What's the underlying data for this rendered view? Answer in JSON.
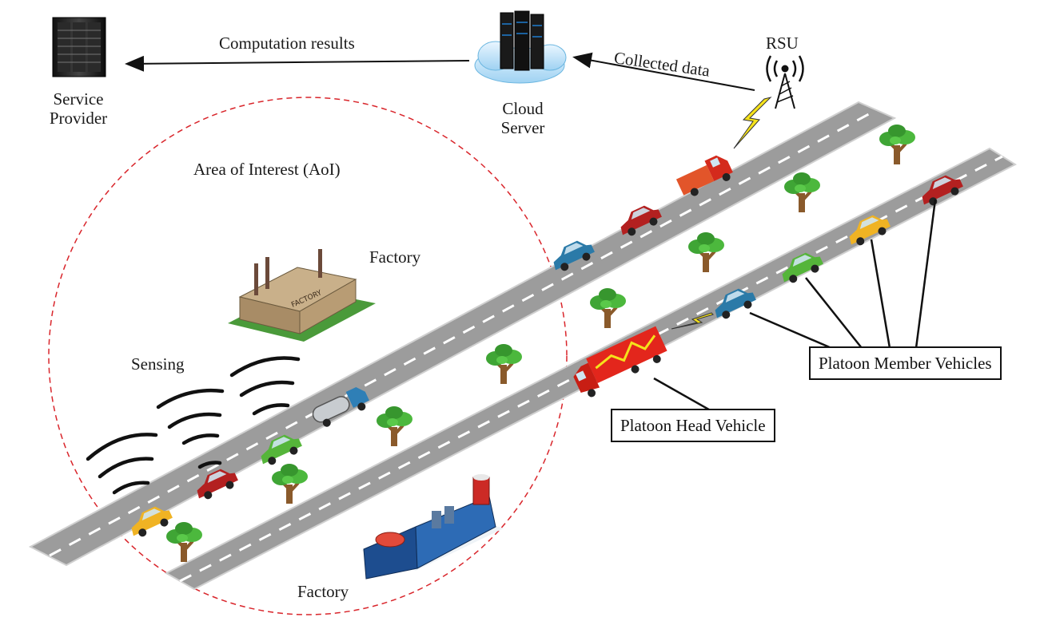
{
  "labels": {
    "service_provider_line1": "Service",
    "service_provider_line2": "Provider",
    "cloud_line1": "Cloud",
    "cloud_line2": "Server",
    "rsu": "RSU",
    "computation_results": "Computation results",
    "collected_data": "Collected data",
    "area_of_interest": "Area of Interest (AoI)",
    "factory_top": "Factory",
    "factory_bottom": "Factory",
    "sensing": "Sensing",
    "platoon_member": "Platoon Member Vehicles",
    "platoon_head": "Platoon Head Vehicle",
    "factory_sign": "FACTORY"
  },
  "colors": {
    "road": "#9c9c9c",
    "lane_mark": "#ffffff",
    "aoi_circle": "#d9252b",
    "arrow": "#111111",
    "lightning": "#f5e21b",
    "tree_foliage": "#3fa535",
    "tree_trunk": "#8a5a2b",
    "truck_head": "#e3261c"
  }
}
